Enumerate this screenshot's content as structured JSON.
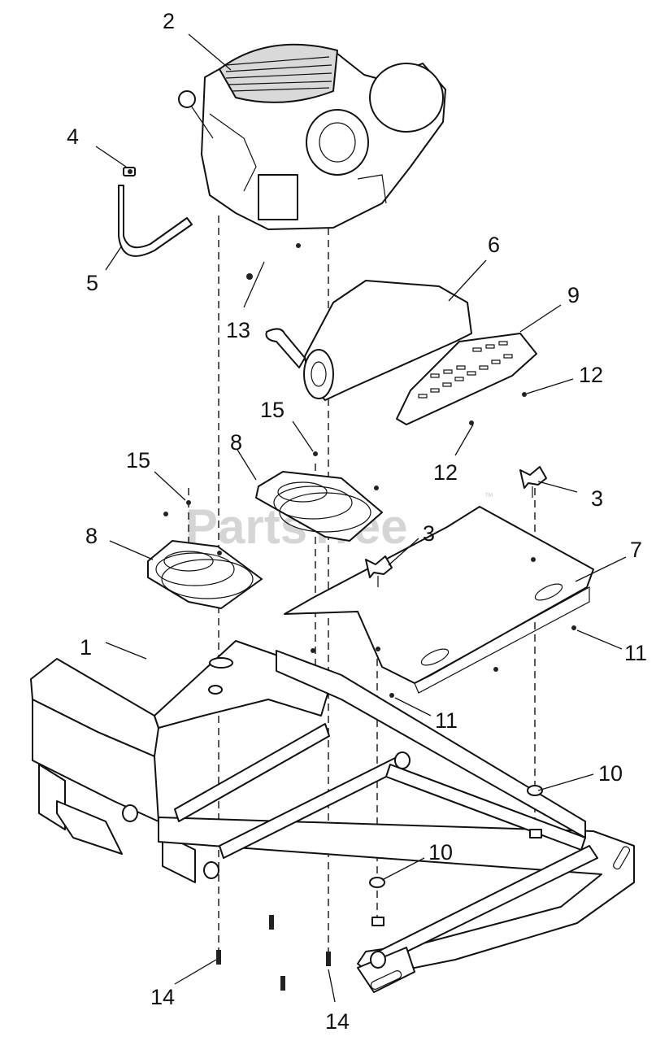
{
  "watermark": {
    "text": "PartsTree",
    "trademark": "™"
  },
  "callouts": [
    {
      "id": "c1",
      "label": "1"
    },
    {
      "id": "c2",
      "label": "2"
    },
    {
      "id": "c3a",
      "label": "3"
    },
    {
      "id": "c3b",
      "label": "3"
    },
    {
      "id": "c4",
      "label": "4"
    },
    {
      "id": "c5",
      "label": "5"
    },
    {
      "id": "c6",
      "label": "6"
    },
    {
      "id": "c7",
      "label": "7"
    },
    {
      "id": "c8a",
      "label": "8"
    },
    {
      "id": "c8b",
      "label": "8"
    },
    {
      "id": "c9",
      "label": "9"
    },
    {
      "id": "c10a",
      "label": "10"
    },
    {
      "id": "c10b",
      "label": "10"
    },
    {
      "id": "c11a",
      "label": "11"
    },
    {
      "id": "c11b",
      "label": "11"
    },
    {
      "id": "c12a",
      "label": "12"
    },
    {
      "id": "c12b",
      "label": "12"
    },
    {
      "id": "c13",
      "label": "13"
    },
    {
      "id": "c14a",
      "label": "14"
    },
    {
      "id": "c14b",
      "label": "14"
    },
    {
      "id": "c15a",
      "label": "15"
    },
    {
      "id": "c15b",
      "label": "15"
    }
  ]
}
